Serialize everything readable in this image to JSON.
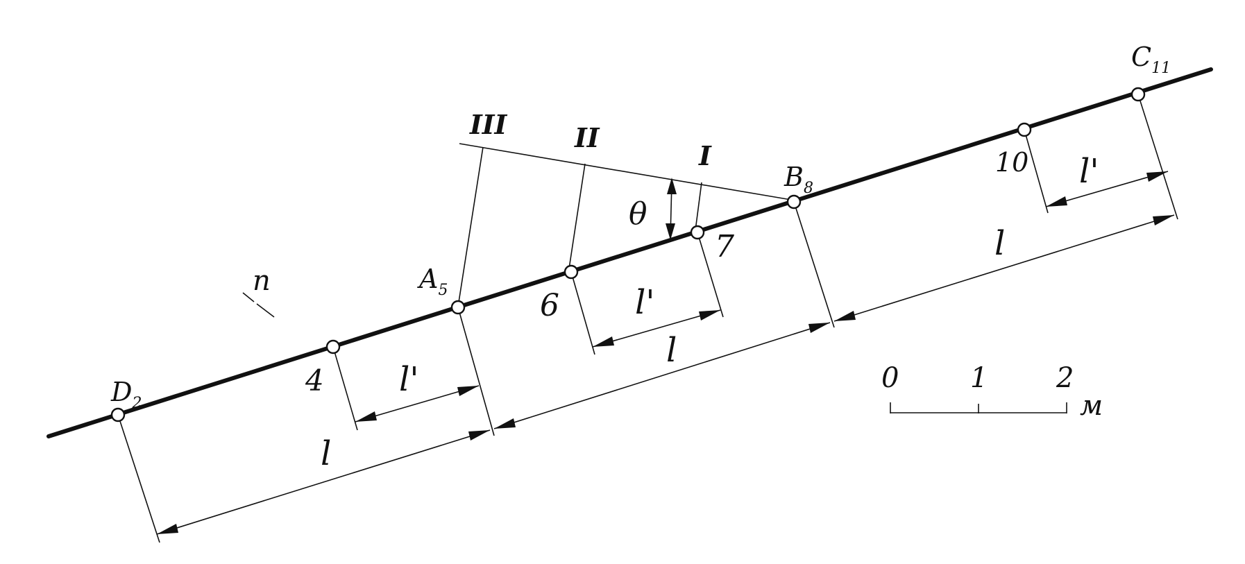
{
  "diagram": {
    "line_label": "n",
    "nodes": [
      {
        "id": "D2",
        "label": "D",
        "sub": "2"
      },
      {
        "id": "4",
        "label": "4",
        "sub": ""
      },
      {
        "id": "A5",
        "label": "A",
        "sub": "5"
      },
      {
        "id": "6",
        "label": "6",
        "sub": ""
      },
      {
        "id": "7",
        "label": "7",
        "sub": ""
      },
      {
        "id": "B8",
        "label": "B",
        "sub": "8"
      },
      {
        "id": "10",
        "label": "10",
        "sub": ""
      },
      {
        "id": "C11",
        "label": "C",
        "sub": "11"
      }
    ],
    "frames": [
      "III",
      "II",
      "I"
    ],
    "angle_label": "θ",
    "dimension_long": "l",
    "dimension_short": "l'",
    "scale_bar": {
      "ticks": [
        "0",
        "1",
        "2"
      ],
      "unit": "м"
    }
  }
}
